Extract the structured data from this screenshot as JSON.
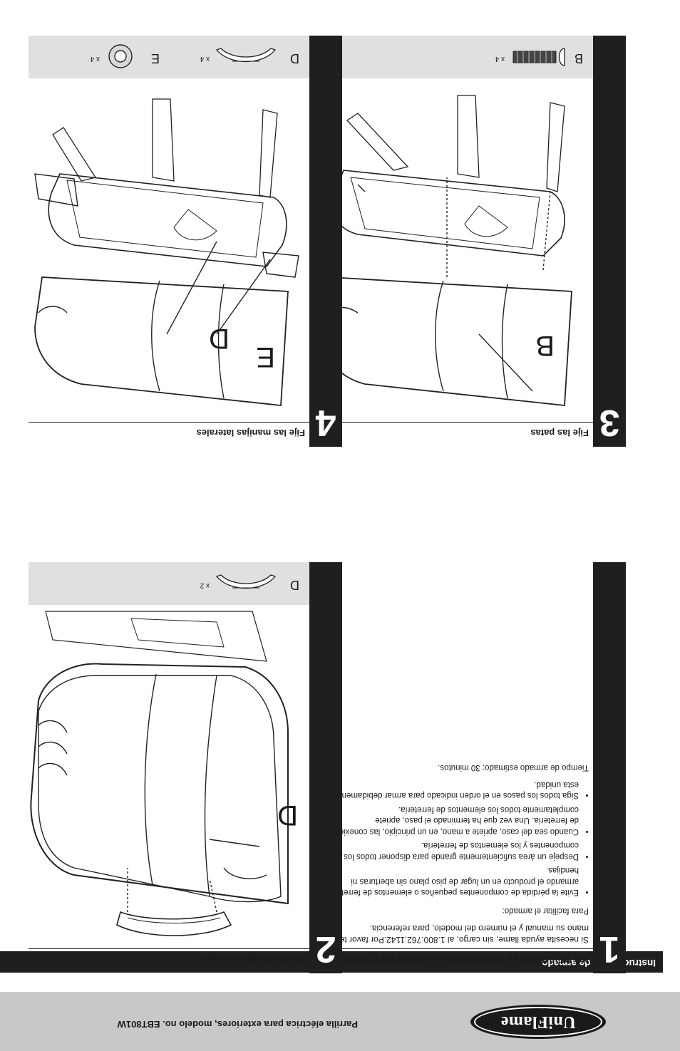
{
  "header": {
    "brand": "UniFlame",
    "model_line": "Parrilla eléctrica para exteriores, modelo no. EBT801W"
  },
  "section_bar": "Instrucciones de armado",
  "steps": [
    {
      "number": "1",
      "heading": "NO DEVUELVA EL PRODUCTO AL LUGAR DE COMPRA",
      "help_text": "Si necesita ayuda llame, sin cargo, al 1.800.762.1142.Por favor tenga a mano su manual y el número del modelo, para referencia.",
      "intro": "Para facilitar el armado:",
      "bullets": [
        "Evite la pérdida de componentes pequeños o elementos de ferretería, armando el producto en un lugar de piso plano sin aberturas ni hendijas.",
        "Despeje un área suficientemente grande para disponer todos los componentes y los elementos de ferretería.",
        "Cuando sea del caso, apriete a mano, en un principio, las conexiones de ferretería. Una vez que ha terminado el paso, apriete completamente todos los elementos de ferretería.",
        "Siga todos los pasos en el orden indicado para armar debidamente esta unidad."
      ],
      "time": "Tiempo de armado estimado: 30 minutos."
    },
    {
      "number": "2",
      "title": "Fije la manija de la tapa",
      "callout": "D",
      "hardware": [
        {
          "letter": "D",
          "qty": "x 2"
        }
      ]
    },
    {
      "number": "3",
      "title": "Fije las patas",
      "callout": "B",
      "hardware": [
        {
          "letter": "B",
          "qty": "x 4"
        }
      ]
    },
    {
      "number": "4",
      "title": "Fije las manijas laterales",
      "callouts": [
        "D",
        "E"
      ],
      "hardware": [
        {
          "letter": "D",
          "qty": "x 4"
        },
        {
          "letter": "E",
          "qty": "x 4"
        }
      ]
    }
  ]
}
